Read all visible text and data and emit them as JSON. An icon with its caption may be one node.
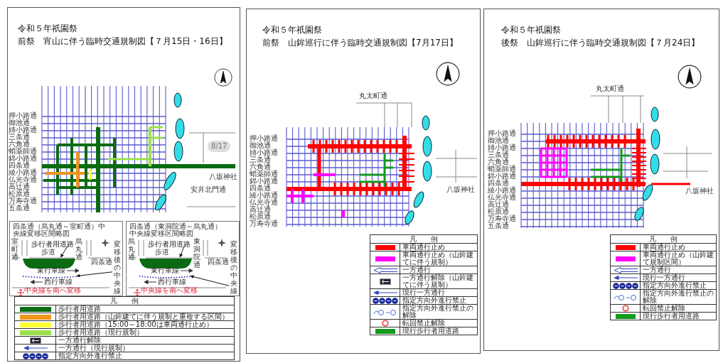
{
  "diagram": {
    "nodes": [
      {
        "text": [
          "令和５年祇園祭",
          "前祭　宵山に伴う臨時交通規制図【７月15日・16日】"
        ]
      },
      {
        "text": [
          "四条通（烏丸通～室町通）中央線変移区間略図"
        ],
        "in": 0
      },
      {
        "text": [
          "歩行者用道路"
        ],
        "in": 1
      },
      {
        "text": [],
        "shape": "bar",
        "in": 1
      },
      {
        "text": [
          "変移後の中央線"
        ],
        "in": 1
      },
      {
        "text": [],
        "shape": "line",
        "in": 1
      },
      {
        "text": [
          "四条通（東洞院通～烏丸通）中央線変移区間略図"
        ],
        "in": 0
      },
      {
        "text": [
          "歩行者用道路"
        ],
        "in": 6
      },
      {
        "text": [],
        "shape": "bar",
        "in": 6
      },
      {
        "text": [
          "変移後の中央線"
        ],
        "in": 6
      },
      {
        "text": [],
        "shape": "line",
        "in": 6
      },
      {
        "text": [
          "令和５年祇園祭",
          "前祭　山鉾巡行に伴う臨時交通規制図【7月17日】"
        ]
      },
      {
        "text": [
          "令和５年祇園祭",
          "後祭　山鉾巡行に伴う臨時交通規制図【７月24日】"
        ]
      }
    ],
    "edges": [
      {
        "from": 2,
        "to": 3,
        "arrow": "to"
      },
      {
        "from": 4,
        "to": 5,
        "arrow": "to"
      },
      {
        "from": 7,
        "to": 8,
        "arrow": "to"
      },
      {
        "from": 9,
        "to": 10,
        "arrow": "to"
      }
    ],
    "labels": [
      "押小路通",
      "御池通",
      "姉小路通",
      "三条通",
      "六角通",
      "蛸薬師通",
      "錦小路通",
      "四条通",
      "綾小路通",
      "仏光寺通",
      "高辻通",
      "松原通",
      "万寿寺通",
      "五条通",
      "8/17",
      "八坂神社",
      "安井北門通",
      "室町通",
      "烏丸通",
      "歩道",
      "四条通",
      "東行車線",
      "西行車線",
      "中央線を南へ変移",
      "東洞院通",
      "烏丸通",
      "歩道",
      "四条通",
      "東行車線",
      "西行車線",
      "中央線を南へ変移",
      "凡例",
      "押小路通",
      "御池通",
      "姉小路通",
      "三条通",
      "六角通",
      "蛸薬師通",
      "錦小路通",
      "四条通",
      "綾小路通",
      "仏光寺通",
      "高辻通",
      "松原通",
      "万寿寺通",
      "丸太町通",
      "八坂神社",
      "凡例",
      "押小路通",
      "御池通",
      "姉小路通",
      "三条通",
      "六角通",
      "蛸薬師通",
      "錦小路通",
      "四条通",
      "綾小路通",
      "仏光寺通",
      "高辻通",
      "松原通",
      "万寿寺通",
      "五条通",
      "丸太町通",
      "八坂神社",
      "凡例"
    ],
    "legend": [
      {
        "text": "歩行者用道路",
        "color": "#0b6b12"
      },
      {
        "text": "歩行者用道路（山鉾建てに伴う規制と重複する区間）",
        "color": "#f0961e"
      },
      {
        "text": "歩行者用道路（15:00～18:00は車両通行止め）",
        "color": "#ffff33"
      },
      {
        "text": "歩行者用道路（現行規制）",
        "color": "#9be04a"
      },
      {
        "text": "一方通行解除"
      },
      {
        "text": "一方通行（現行規制）"
      },
      {
        "text": "指定方向外進行禁止"
      },
      {
        "text": "車両通行止め",
        "color": "#ff0000"
      },
      {
        "text": "車両通行止め（山鉾建てに伴う規制）",
        "color": "#ff00ff"
      },
      {
        "text": "一方通行"
      },
      {
        "text": "一方通行解除（山鉾建てに伴う規制）"
      },
      {
        "text": "現行一方通行"
      },
      {
        "text": "指定方向外進行禁止"
      },
      {
        "text": "指定方向外進行禁止の解除"
      },
      {
        "text": "転回禁止解除"
      },
      {
        "text": "現行歩行者用道路",
        "color": "#119a1c"
      },
      {
        "text": "車両通行止め",
        "color": "#ff0000"
      },
      {
        "text": "車両通行止め（山鉾建て規制区間）",
        "color": "#ff00ff"
      },
      {
        "text": "一方通行"
      },
      {
        "text": "現行一方通行"
      },
      {
        "text": "指定方向外進行禁止"
      },
      {
        "text": "指定方向外進行禁止の解除"
      },
      {
        "text": "転回禁止解除"
      },
      {
        "text": "現行歩行者用道路",
        "color": "#119a1c"
      }
    ]
  }
}
